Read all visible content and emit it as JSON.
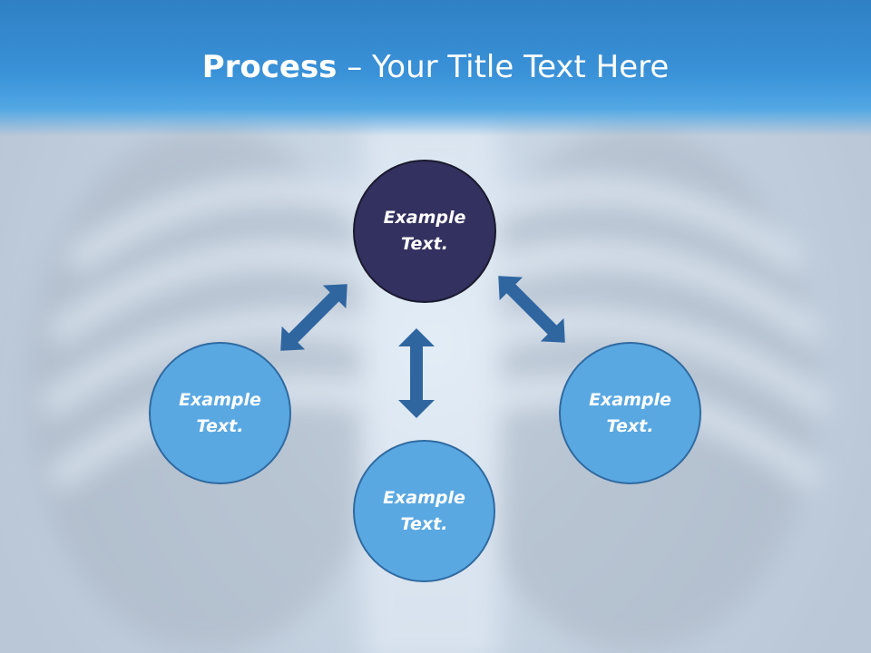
{
  "title": {
    "bold": "Process",
    "rest": " – Your Title Text Here"
  },
  "nodes": [
    {
      "line1": "Example",
      "line2": "Text."
    },
    {
      "line1": "Example",
      "line2": "Text."
    },
    {
      "line1": "Example",
      "line2": "Text."
    },
    {
      "line1": "Example",
      "line2": "Text."
    }
  ],
  "colors": {
    "title_band": "#3a92d8",
    "center_node": "#33315f",
    "outer_node": "#5aa8e2",
    "arrow": "#2f66a0"
  },
  "icons": [
    "double-arrow-icon"
  ]
}
